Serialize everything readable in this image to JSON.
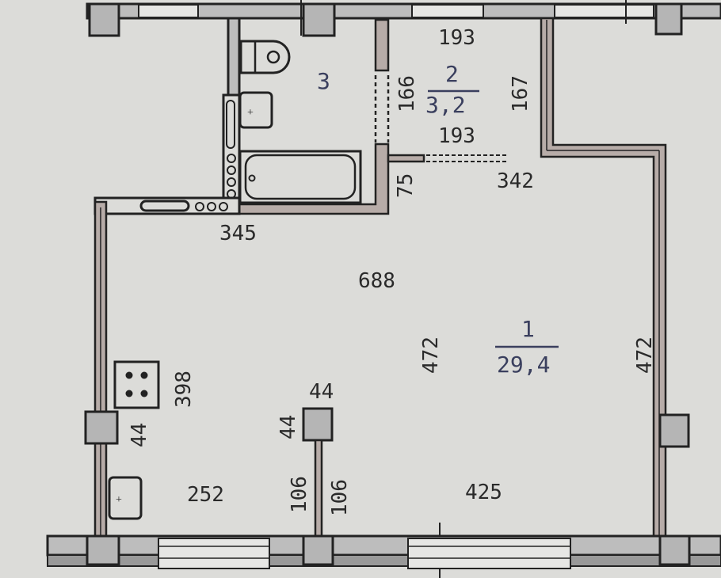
{
  "rooms": [
    {
      "number": "1",
      "area": "29,4"
    },
    {
      "number": "2",
      "area": "3,2"
    },
    {
      "number": "3"
    }
  ],
  "dimensions": {
    "corridor_top": "193",
    "corridor_bottom": "193",
    "corridor_left": "166",
    "corridor_right": "167",
    "door_bath": "75",
    "partition_top": "342",
    "bath_bottom": "345",
    "room_width": "688",
    "room_height_mid": "472",
    "room_height_right": "472",
    "kitchen_length": "398",
    "pillar_left": "44",
    "pillar_center_w": "44",
    "pillar_center_h": "44",
    "partition_left": "106",
    "partition_right": "106",
    "kitchen_width": "252",
    "living_width": "425"
  },
  "colors": {
    "background": "#dcdcd9",
    "wall": "#bdbdbd",
    "room_label": "#3a3f5e"
  }
}
